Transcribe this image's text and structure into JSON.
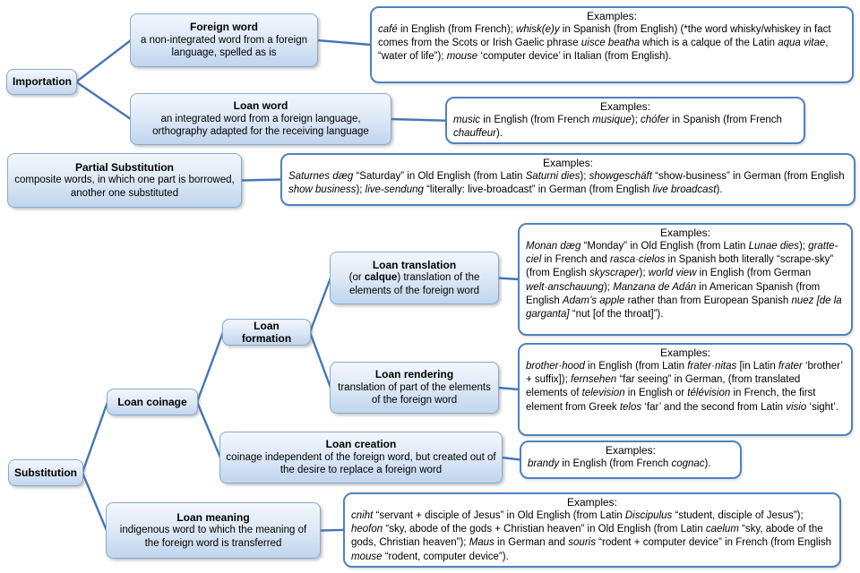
{
  "colors": {
    "connector": "#4576b5",
    "example_border": "#4f81bd",
    "node_border": "#8aa9cf",
    "node_fill_top": "#f2f7fd",
    "node_fill_bottom": "#c0d5ee"
  },
  "diagram": {
    "examples_label": "Examples:",
    "nodes": {
      "importation": {
        "title": "Importation"
      },
      "foreign_word": {
        "title": "Foreign word",
        "desc_html": "a non-integrated word from a foreign language, spelled as is"
      },
      "loan_word": {
        "title": "Loan word",
        "desc_html": "an integrated word from a foreign language, orthography adapted for the receiving language"
      },
      "partial_substitution": {
        "title": "Partial Substitution",
        "desc_html": "composite words, in which one part is borrowed, another one substituted"
      },
      "substitution": {
        "title": "Substitution"
      },
      "loan_coinage": {
        "title": "Loan coinage"
      },
      "loan_formation": {
        "title": "Loan formation"
      },
      "loan_translation": {
        "title": "Loan translation",
        "desc_html": "(or <b>calque</b>) translation of the elements of the foreign word"
      },
      "loan_rendering": {
        "title": "Loan rendering",
        "desc_html": "translation of part of the elements of the foreign word"
      },
      "loan_creation": {
        "title": "Loan creation",
        "desc_html": "coinage independent of the foreign word, but created out of the desire to replace a foreign word"
      },
      "loan_meaning": {
        "title": "Loan meaning",
        "desc_html": "indigenous word to which the meaning of the foreign word is transferred"
      }
    },
    "examples": {
      "foreign_word": {
        "body_html": "<i>café</i> in English (from French); <i>whisk(e)y</i> in Spanish (from English) (*the word whisky/whiskey in fact comes from the Scots or Irish Gaelic phrase <i>uisce beatha</i> which is a calque of the Latin <i>aqua vitae</i>, “water of life”); <i>mouse</i> ‘computer device’ in Italian (from English)."
      },
      "loan_word": {
        "body_html": "<i>music</i> in English (from French <i>musique</i>); <i>chófer</i> in Spanish (from French <i>chauffeur</i>)."
      },
      "partial_substitution": {
        "body_html": "<i>Saturnes dæg</i> “Saturday” in Old English (from Latin <i>Saturni dies</i>); <i>showgeschäft</i> “show-business” in German (from English <i>show business</i>); <i>live-sendung</i> “literally: live-broadcast” in German (from English <i>live broadcast</i>)."
      },
      "loan_translation": {
        "body_html": "<i>Monan dæg</i> “Monday” in Old English (from Latin <i>Lunae dies</i>); <i>gratte-ciel</i> in French and <i>rasca·cielos</i> in Spanish both literally “scrape-sky” (from English <i>skyscraper</i>); <i>world view</i> in English (from German <i>welt·anschauung</i>); <i>Manzana de Adán</i> in American Spanish (from English <i>Adam’s apple</i> rather than from European Spanish <i>nuez [de la garganta]</i> “nut [of the throat]”)."
      },
      "loan_rendering": {
        "body_html": "<i>brother·hood</i> in English (from Latin <i>frater·nitas</i> [in Latin <i>frater</i> ‘brother’ + suffix]); <i>fernsehen</i> “far seeing” in German, (from translated elements of <i>television</i> in English or <i>télévision</i> in French, the first element from Greek <i>telos</i> ‘far’ and the second from Latin <i>visio</i> ‘sight’."
      },
      "loan_creation": {
        "body_html": "<i>brandy</i> in English (from French <i>cognac</i>)."
      },
      "loan_meaning": {
        "body_html": "<i>cniht</i> “servant + disciple of Jesus” in Old English (from Latin <i>Discipulus</i> “student, disciple of Jesus”); <i>heofon</i> “sky, abode of the gods + Christian heaven” in Old English (from Latin <i>caelum</i> “sky, abode of the gods, Christian heaven”); <i>Maus</i> in German and <i>souris</i> “rodent + computer device” in French (from English <i>mouse</i> “rodent, computer device”)."
      }
    },
    "edges": [
      {
        "from": "importation",
        "to": "foreign_word"
      },
      {
        "from": "importation",
        "to": "loan_word"
      },
      {
        "from": "foreign_word",
        "to": "ex_foreign_word"
      },
      {
        "from": "loan_word",
        "to": "ex_loan_word"
      },
      {
        "from": "partial_substitution",
        "to": "ex_partial_substitution"
      },
      {
        "from": "substitution",
        "to": "loan_coinage"
      },
      {
        "from": "substitution",
        "to": "loan_meaning"
      },
      {
        "from": "loan_coinage",
        "to": "loan_formation"
      },
      {
        "from": "loan_coinage",
        "to": "loan_creation"
      },
      {
        "from": "loan_formation",
        "to": "loan_translation"
      },
      {
        "from": "loan_formation",
        "to": "loan_rendering"
      },
      {
        "from": "loan_translation",
        "to": "ex_loan_translation"
      },
      {
        "from": "loan_rendering",
        "to": "ex_loan_rendering"
      },
      {
        "from": "loan_creation",
        "to": "ex_loan_creation"
      },
      {
        "from": "loan_meaning",
        "to": "ex_loan_meaning"
      }
    ]
  }
}
